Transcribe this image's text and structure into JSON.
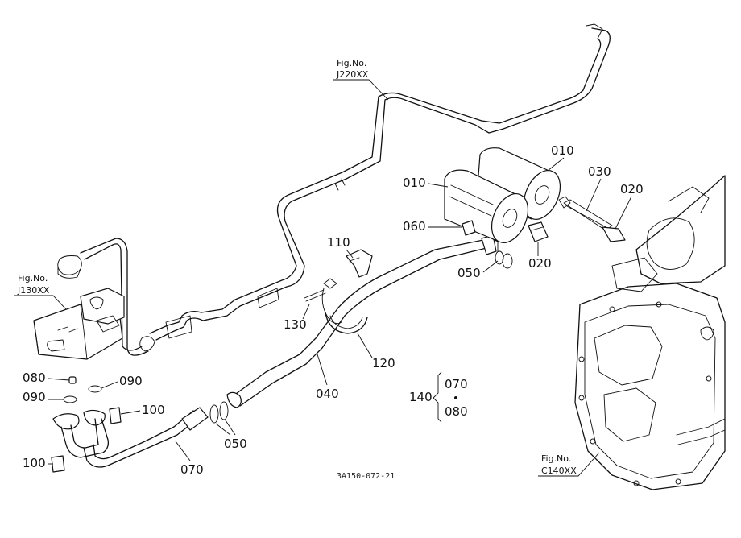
{
  "figure_refs": {
    "j220": {
      "label": "Fig.No.",
      "code": "J220XX"
    },
    "j130": {
      "label": "Fig.No.",
      "code": "J130XX"
    },
    "c140": {
      "label": "Fig.No.",
      "code": "C140XX"
    }
  },
  "callouts": {
    "p010a": "010",
    "p010b": "010",
    "p030": "030",
    "p020a": "020",
    "p060": "060",
    "p020b": "020",
    "p110": "110",
    "p050a": "050",
    "p130": "130",
    "p120": "120",
    "p040": "040",
    "p080a": "080",
    "p090a": "090",
    "p090b": "090",
    "p100a": "100",
    "p100b": "100",
    "p050b": "050",
    "p070": "070"
  },
  "kit": {
    "number": "140",
    "item_a": "070",
    "item_b": "080"
  },
  "drawing_code": "3A150-072-21"
}
